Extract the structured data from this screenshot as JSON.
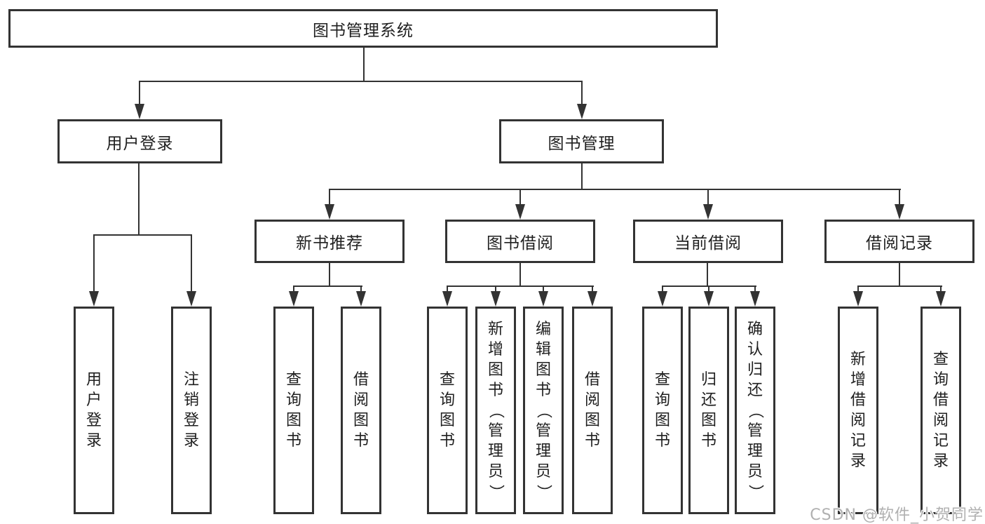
{
  "tree": {
    "label": "图书管理系统",
    "children": [
      {
        "label": "用户登录",
        "children": [
          {
            "label": "用户登录"
          },
          {
            "label": "注销登录"
          }
        ]
      },
      {
        "label": "图书管理",
        "children": [
          {
            "label": "新书推荐",
            "children": [
              {
                "label": "查询图书"
              },
              {
                "label": "借阅图书"
              }
            ]
          },
          {
            "label": "图书借阅",
            "children": [
              {
                "label": "查询图书"
              },
              {
                "label": "新增图书（管理员）"
              },
              {
                "label": "编辑图书（管理员）"
              },
              {
                "label": "借阅图书"
              }
            ]
          },
          {
            "label": "当前借阅",
            "children": [
              {
                "label": "查询图书"
              },
              {
                "label": "归还图书"
              },
              {
                "label": "确认归还（管理员）"
              }
            ]
          },
          {
            "label": "借阅记录",
            "children": [
              {
                "label": "新增借阅记录"
              },
              {
                "label": "查询借阅记录"
              }
            ]
          }
        ]
      }
    ]
  },
  "watermark": {
    "text": "CSDN @软件_小贺同学"
  },
  "colors": {
    "line": "#333333",
    "text": "#1f1f1f",
    "background": "#ffffff",
    "watermark": "#b0b0b0"
  }
}
